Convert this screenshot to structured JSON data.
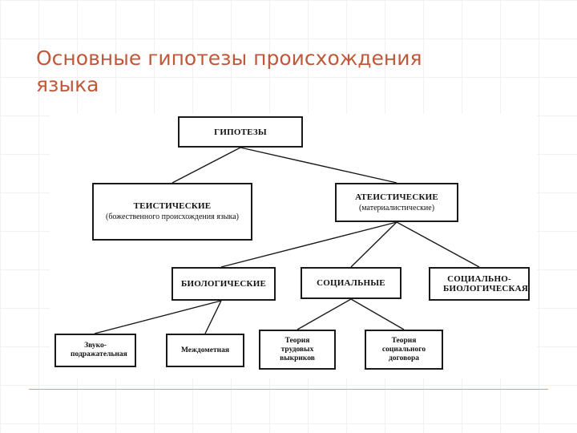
{
  "slide": {
    "title": "Основные гипотезы происхождения языка"
  },
  "diagram": {
    "root": {
      "label": "ГИПОТЕЗЫ"
    },
    "theistic": {
      "label": "ТЕИСТИЧЕСКИЕ",
      "note": "(божественного происхождения языка)"
    },
    "atheistic": {
      "label": "АТЕИСТИЧЕСКИЕ",
      "note": "(материалистические)"
    },
    "biological": {
      "label": "БИОЛОГИЧЕСКИЕ"
    },
    "social": {
      "label": "СОЦИАЛЬНЫЕ"
    },
    "sociobiological": {
      "label": "СОЦИАЛЬНО-БИОЛОГИЧЕСКАЯ"
    },
    "onomatopoeic": {
      "label": "Звуко-подражательная"
    },
    "interjectional": {
      "label": "Междометная"
    },
    "labor_cries": {
      "label": "Теория трудовых выкриков"
    },
    "social_contract": {
      "label": "Теория социального договора"
    }
  }
}
